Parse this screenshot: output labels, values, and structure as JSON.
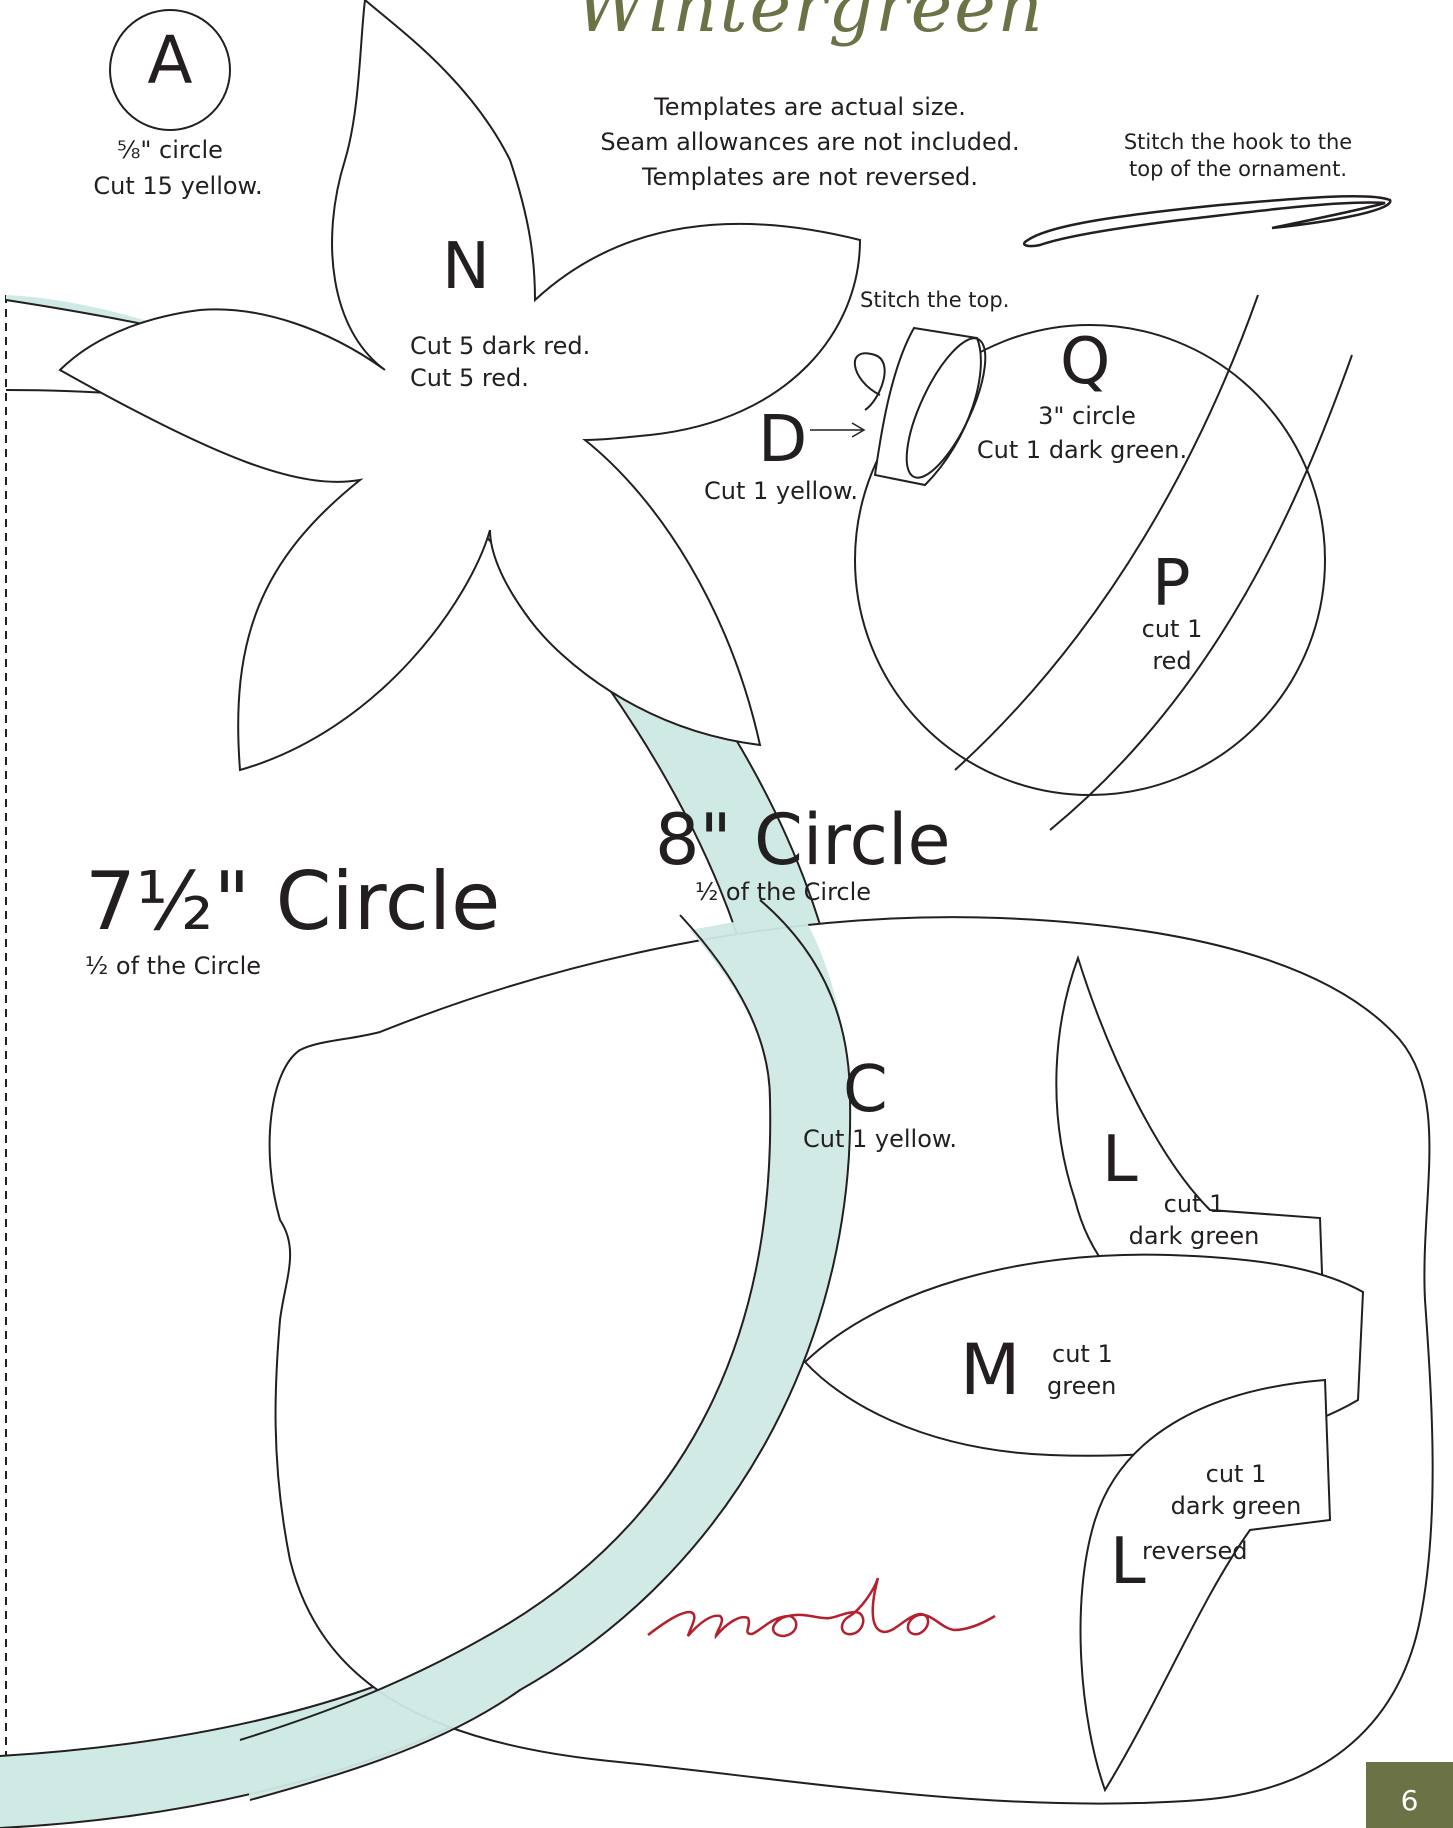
{
  "page": {
    "title": "Wintergreen",
    "page_number": "6",
    "brand": "moda"
  },
  "colors": {
    "title_color": "#6b7245",
    "stem_fill": "#cfe9e4",
    "brand_red": "#b4202e",
    "page_tab": "#6b7245"
  },
  "notes": {
    "line1": "Templates are actual size.",
    "line2": "Seam allowances are not included.",
    "line3": "Templates are not reversed.",
    "hook_line1": "Stitch the hook to the",
    "hook_line2": "top of the ornament.",
    "stitch_top": "Stitch the top."
  },
  "templates": {
    "A": {
      "letter": "A",
      "size": "⅝\" circle",
      "cut": "Cut 15 yellow."
    },
    "N": {
      "letter": "N",
      "cut1": "Cut 5 dark red.",
      "cut2": "Cut 5 red."
    },
    "D": {
      "letter": "D",
      "cut": "Cut 1 yellow."
    },
    "Q": {
      "letter": "Q",
      "size": "3\" circle",
      "cut": "Cut 1 dark green."
    },
    "P": {
      "letter": "P",
      "cut1": "cut 1",
      "cut2": "red"
    },
    "circle8": {
      "label": "8\" Circle",
      "sub": "½ of the  Circle"
    },
    "circle7": {
      "label": "7½\" Circle",
      "sub": "½ of the  Circle"
    },
    "C": {
      "letter": "C",
      "cut": "Cut 1 yellow."
    },
    "L": {
      "letter": "L",
      "cut1": "cut 1",
      "cut2": "dark green"
    },
    "M": {
      "letter": "M",
      "cut1": "cut 1",
      "cut2": "green"
    },
    "L_rev": {
      "letter": "L",
      "cut1": "cut 1",
      "cut2": "dark green",
      "note": "reversed"
    }
  }
}
